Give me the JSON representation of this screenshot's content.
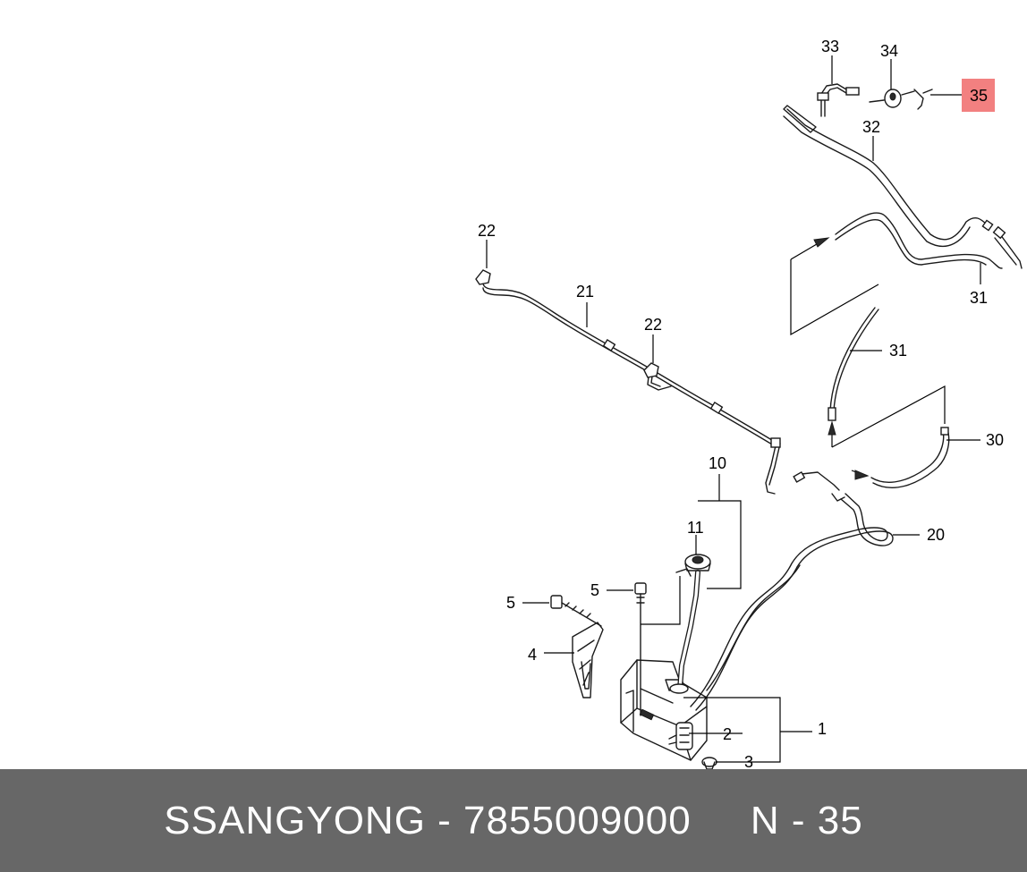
{
  "diagram": {
    "highlight_color": "#f28080",
    "callouts": {
      "c1": "1",
      "c2": "2",
      "c3": "3",
      "c4": "4",
      "c5a": "5",
      "c5b": "5",
      "c10": "10",
      "c11": "11",
      "c20": "20",
      "c21": "21",
      "c22a": "22",
      "c22b": "22",
      "c30": "30",
      "c31a": "31",
      "c31b": "31",
      "c32": "32",
      "c33": "33",
      "c34": "34",
      "c35": "35"
    }
  },
  "footer": {
    "brand": "SSANGYONG",
    "separator": " - ",
    "part_number": "7855009000",
    "gap": "     ",
    "ref_label": "N - 35",
    "background": "#676767"
  }
}
